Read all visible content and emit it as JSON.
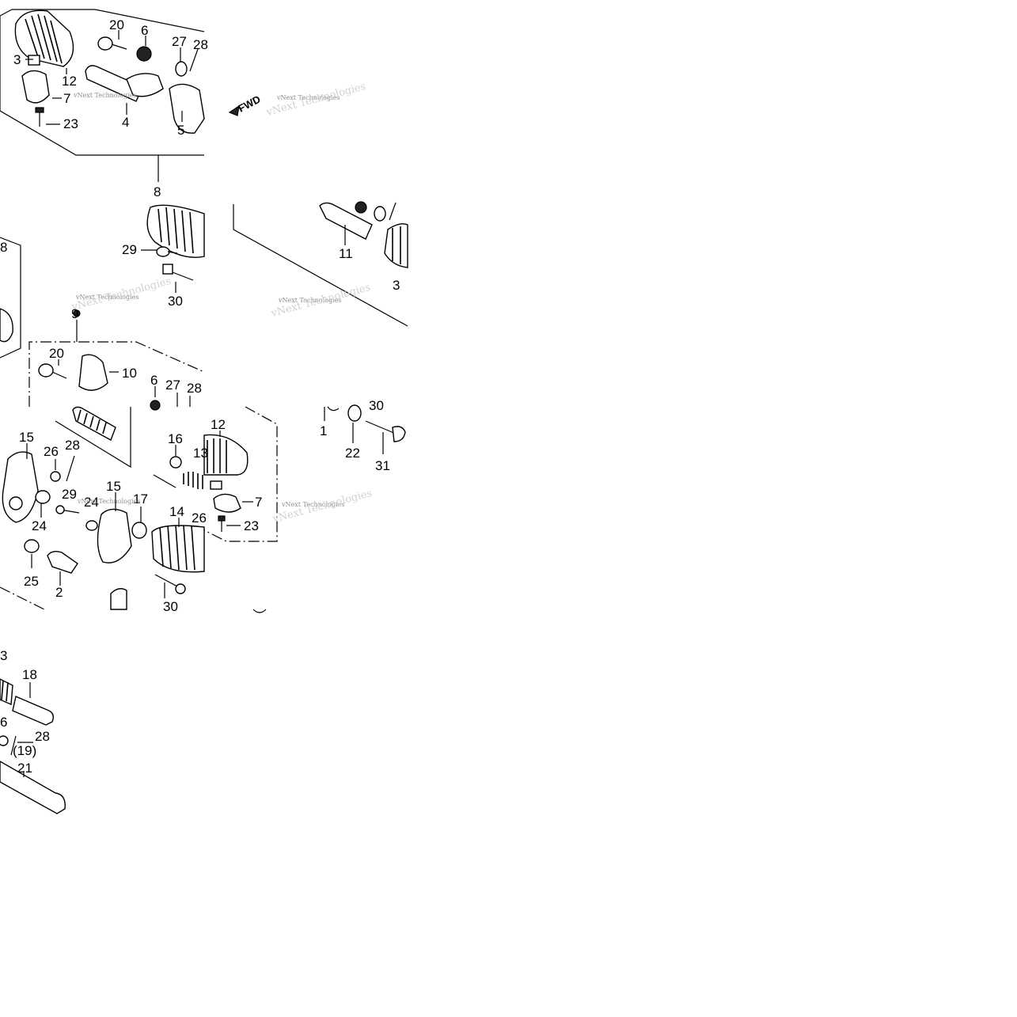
{
  "diagram": {
    "fwd_label": "FWD",
    "watermark_text": "vNext Technologies",
    "callouts": [
      "20",
      "6",
      "27",
      "28",
      "3",
      "12",
      "7",
      "4",
      "5",
      "23",
      "8",
      "8",
      "29",
      "30",
      "11",
      "3",
      "9",
      "20",
      "10",
      "6",
      "27",
      "28",
      "15",
      "26",
      "28",
      "16",
      "13",
      "12",
      "7",
      "23",
      "1",
      "30",
      "22",
      "31",
      "24",
      "29",
      "24",
      "15",
      "17",
      "14",
      "26",
      "25",
      "2",
      "30",
      "3",
      "18",
      "6",
      "28",
      "(19)",
      "21"
    ]
  }
}
